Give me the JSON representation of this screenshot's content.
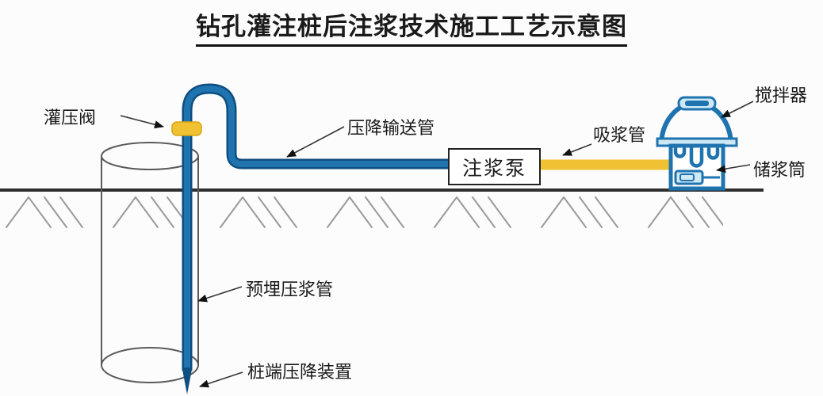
{
  "title": "钻孔灌注桩后注浆技术施工工艺示意图",
  "labels": {
    "pressure_valve": "灌压阀",
    "delivery_pipe": "压降输送管",
    "grouting_pump": "注浆泵",
    "suction_pipe": "吸浆管",
    "mixer": "搅拌器",
    "storage_barrel": "储浆筒",
    "embedded_grout_pipe": "预埋压浆管",
    "pile_end_device": "桩端压降装置"
  },
  "colors": {
    "pipe_blue": "#1f74b0",
    "pipe_blue_dark": "#0e4e80",
    "pipe_yellow": "#f0c233",
    "device_fill": "#cfe8f5",
    "ground_line": "#2e2e2e",
    "hatch": "#9a9a9a",
    "pile_outline": "#5a5a5a",
    "leader": "#333333"
  }
}
